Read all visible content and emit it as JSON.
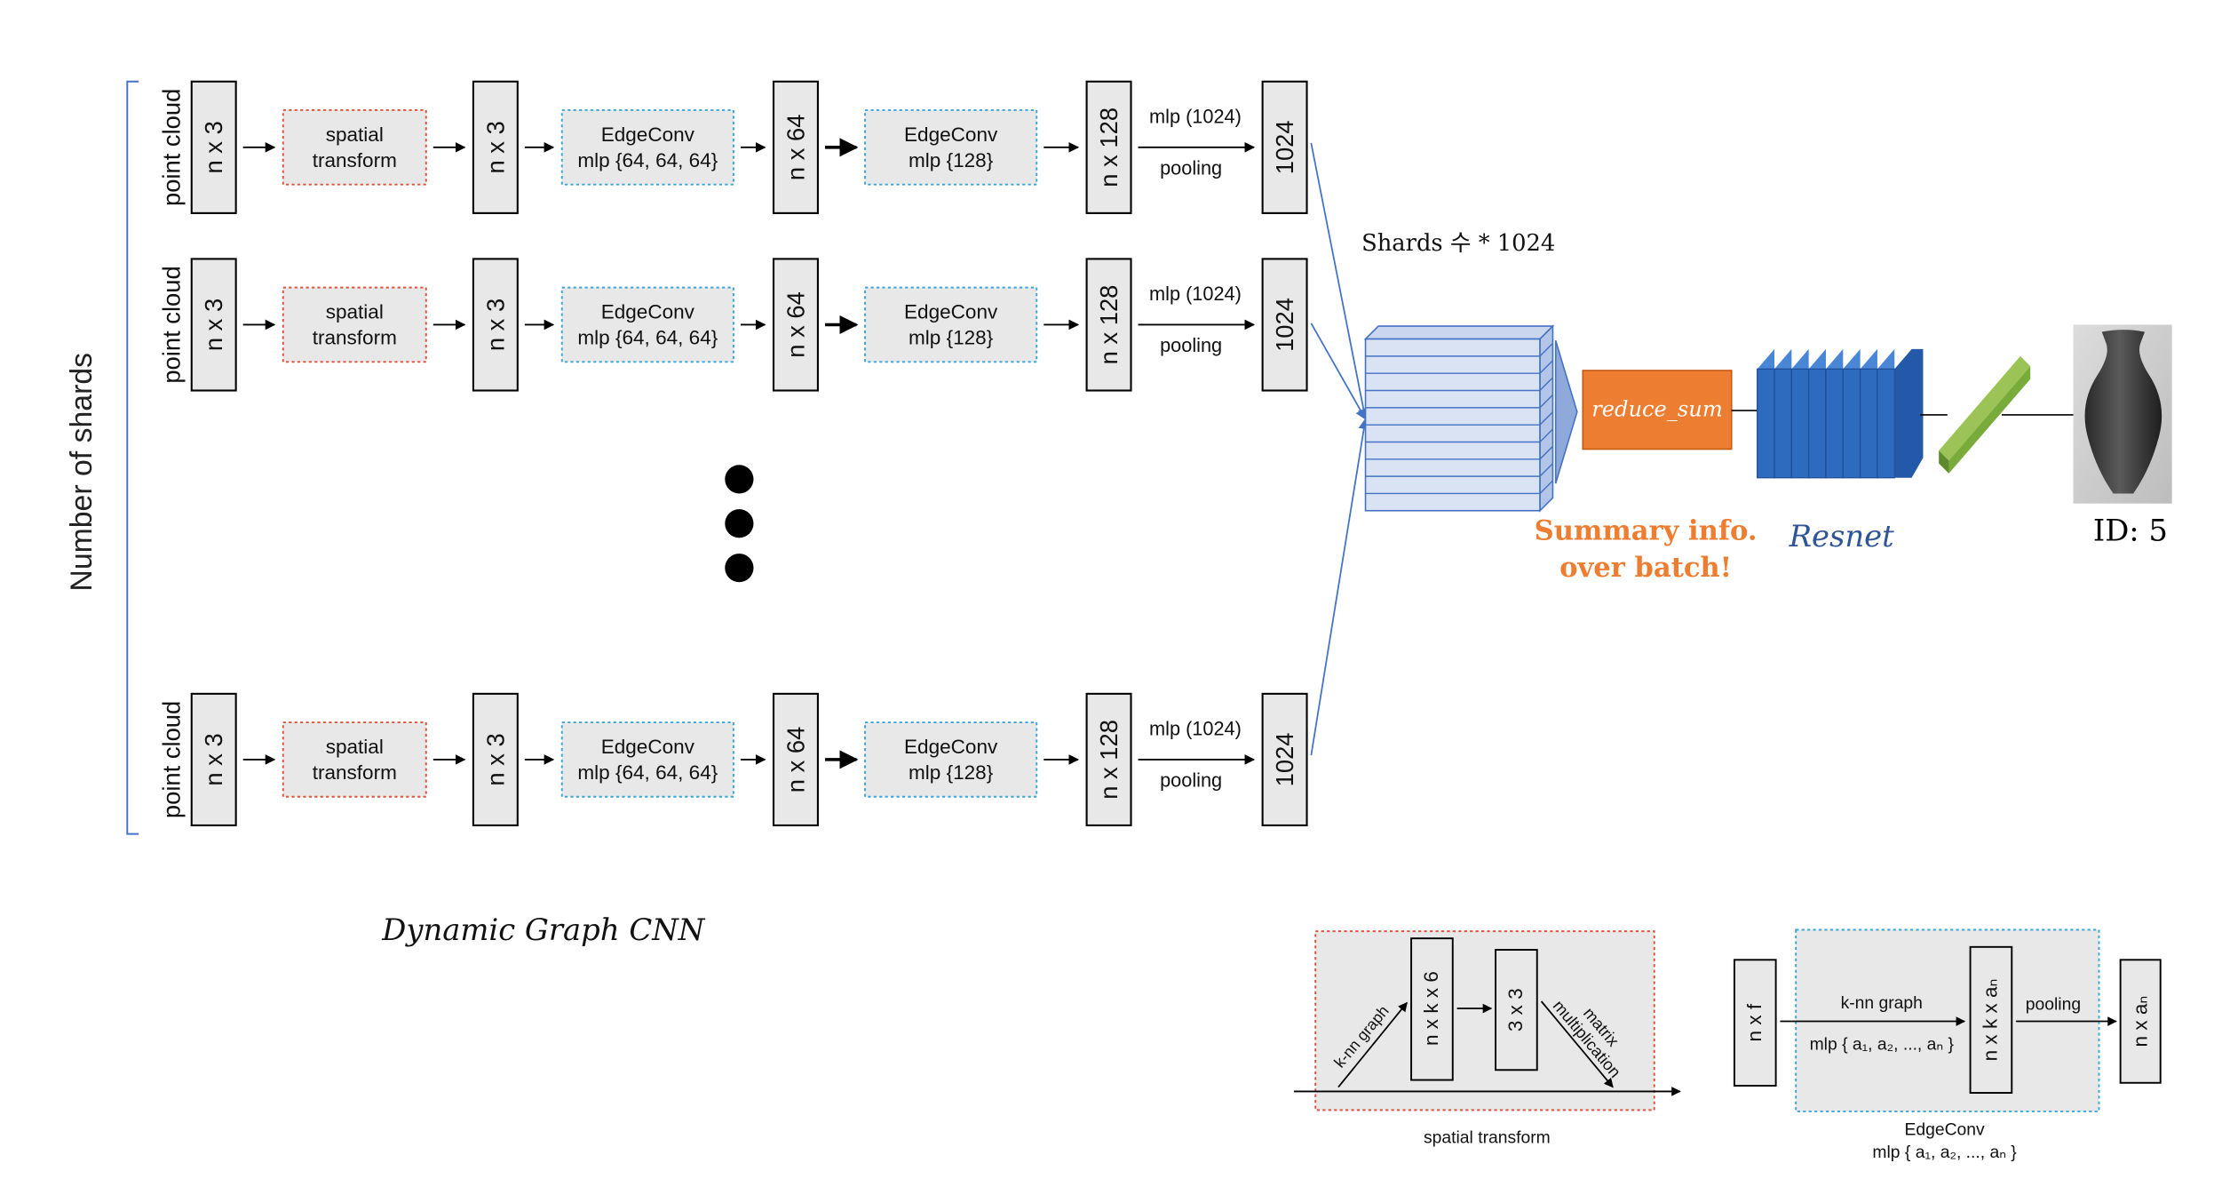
{
  "pipeline": {
    "side_label": "Number of shards",
    "input_label": "point cloud",
    "rows": [
      {
        "boxes": [
          {
            "key": "in",
            "label": "n x 3"
          },
          {
            "key": "st",
            "label": "spatial\ntransform"
          },
          {
            "key": "b3",
            "label": "n x 3"
          },
          {
            "key": "ec1",
            "label": "EdgeConv\nmlp {64, 64, 64}"
          },
          {
            "key": "b64",
            "label": "n x 64"
          },
          {
            "key": "ec2",
            "label": "EdgeConv\nmlp {128}"
          },
          {
            "key": "b128",
            "label": "n x 128"
          },
          {
            "key": "out",
            "label": "1024"
          }
        ],
        "mlp_label": "mlp (1024)",
        "pool_label": "pooling"
      },
      {
        "boxes": [
          {
            "key": "in",
            "label": "n x 3"
          },
          {
            "key": "st",
            "label": "spatial\ntransform"
          },
          {
            "key": "b3",
            "label": "n x 3"
          },
          {
            "key": "ec1",
            "label": "EdgeConv\nmlp {64, 64, 64}"
          },
          {
            "key": "b64",
            "label": "n x 64"
          },
          {
            "key": "ec2",
            "label": "EdgeConv\nmlp {128}"
          },
          {
            "key": "b128",
            "label": "n x 128"
          },
          {
            "key": "out",
            "label": "1024"
          }
        ],
        "mlp_label": "mlp (1024)",
        "pool_label": "pooling"
      },
      {
        "boxes": [
          {
            "key": "in",
            "label": "n x 3"
          },
          {
            "key": "st",
            "label": "spatial\ntransform"
          },
          {
            "key": "b3",
            "label": "n x 3"
          },
          {
            "key": "ec1",
            "label": "EdgeConv\nmlp {64, 64, 64}"
          },
          {
            "key": "b64",
            "label": "n x 64"
          },
          {
            "key": "ec2",
            "label": "EdgeConv\nmlp {128}"
          },
          {
            "key": "b128",
            "label": "n x 128"
          },
          {
            "key": "out",
            "label": "1024"
          }
        ],
        "mlp_label": "mlp (1024)",
        "pool_label": "pooling"
      }
    ],
    "caption": "Dynamic Graph CNN"
  },
  "aggregation": {
    "shards_label": "Shards 수 * 1024",
    "reduce_label": "reduce_sum",
    "summary_label": "Summary info.\nover batch!",
    "resnet_label": "Resnet",
    "id_label": "ID: 5"
  },
  "legend_spatial": {
    "caption": "spatial transform",
    "knn_label": "k-nn graph",
    "tensor_label": "n x k x 6",
    "matrix_label": "3 x 3",
    "matmul_label": "matrix\nmultiplication"
  },
  "legend_edgeconv": {
    "input_label": "n x f",
    "knn_label": "k-nn graph",
    "mlp_label": "mlp { a₁, a₂, ..., aₙ }",
    "tensor_label": "n x k x aₙ",
    "pool_label": "pooling",
    "output_label": "n x aₙ",
    "caption": "EdgeConv\nmlp { a₁, a₂, ..., aₙ }"
  },
  "colors": {
    "box_fill": "#e8e8e8",
    "spatial_border": "#e0533b",
    "edgeconv_border": "#3aa6d8",
    "orange": "#ed7d31",
    "resnet_blue": "#2e6bbf",
    "resnet_text": "#2f5597",
    "green": "#78ab3a",
    "connector": "#4472c4",
    "stack_fill": "#dae3f3"
  }
}
